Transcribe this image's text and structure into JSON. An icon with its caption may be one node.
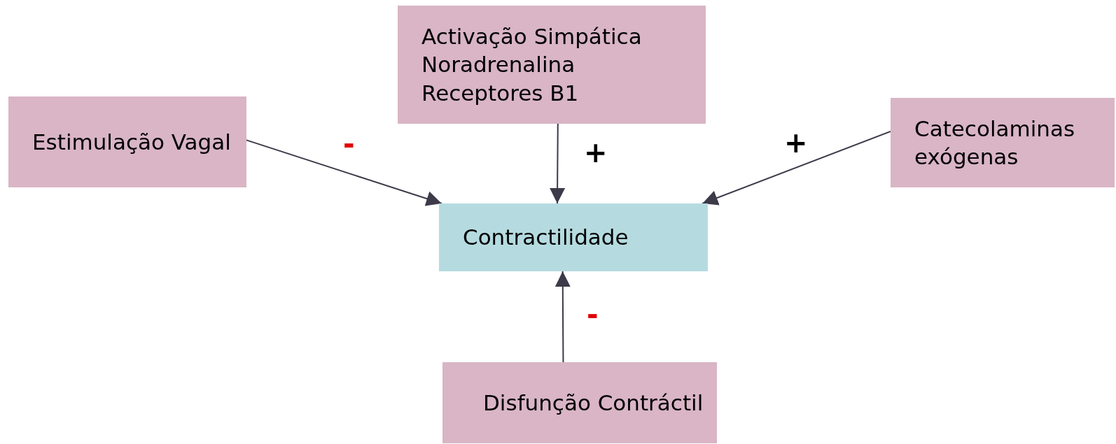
{
  "diagram": {
    "nodes": [
      {
        "text": [
          "Activação Simpática",
          "Noradrenalina",
          "Receptores B1"
        ]
      },
      {
        "text": [
          "Estimulação Vagal"
        ]
      },
      {
        "text": [
          "Catecolaminas exógenas"
        ]
      },
      {
        "text": [
          "Contractilidade"
        ]
      },
      {
        "text": [
          "Disfunção Contráctil"
        ]
      }
    ],
    "edges": [
      {
        "from": 1,
        "to": 3,
        "arrow": "to",
        "label": "-"
      },
      {
        "from": 0,
        "to": 3,
        "arrow": "to",
        "label": "+"
      },
      {
        "from": 2,
        "to": 3,
        "arrow": "to",
        "label": "+"
      },
      {
        "from": 4,
        "to": 3,
        "arrow": "to",
        "label": "-"
      }
    ]
  }
}
